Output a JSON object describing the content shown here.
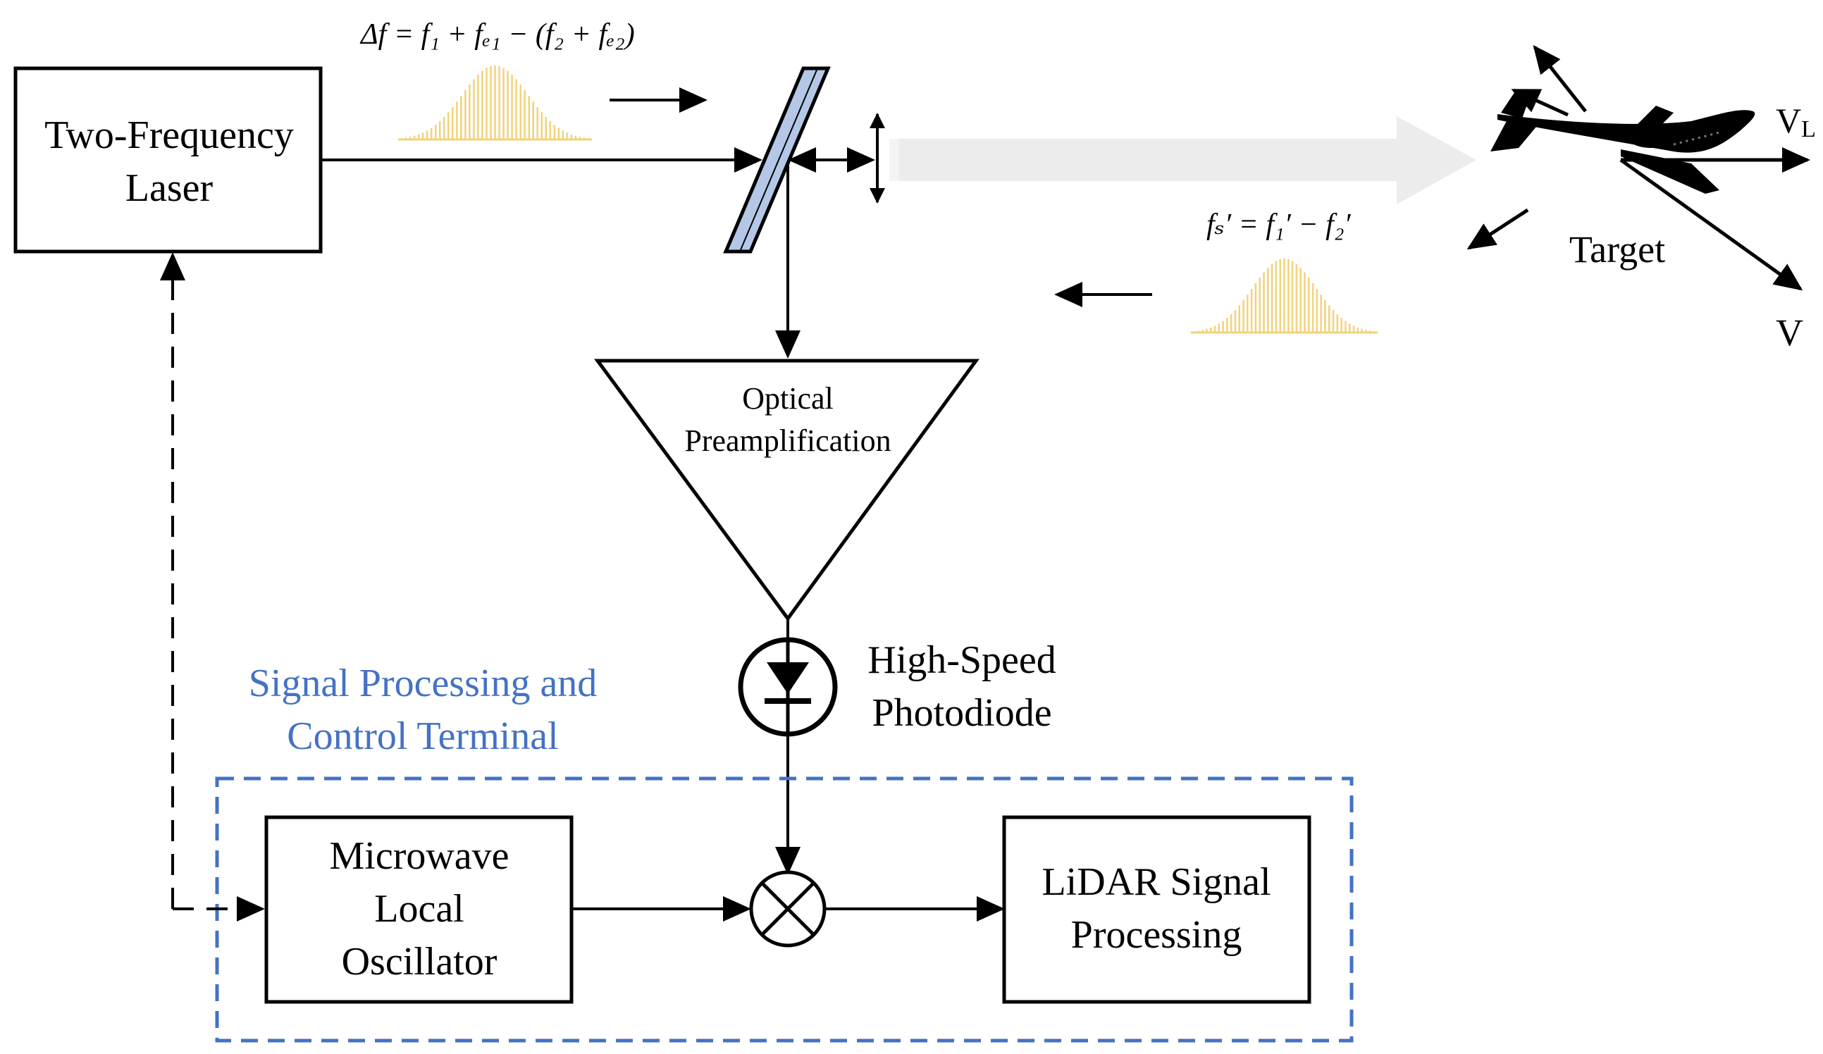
{
  "blocks": {
    "laser": {
      "line1": "Two-Frequency",
      "line2": "Laser"
    },
    "amplifier": {
      "line1": "Optical",
      "line2": "Preamplification"
    },
    "photodiode": {
      "line1": "High-Speed",
      "line2": "Photodiode"
    },
    "local_oscillator": {
      "line1": "Microwave",
      "line2": "Local",
      "line3": "Oscillator"
    },
    "signal_processing": {
      "line1": "LiDAR Signal",
      "line2": "Processing"
    }
  },
  "terminal": {
    "line1": "Signal Processing and",
    "line2": "Control Terminal"
  },
  "target": {
    "label": "Target",
    "velocity_l": "V",
    "velocity_l_sub": "L",
    "velocity": "V"
  },
  "equations": {
    "transmit": "Δf = f₁ + fₑ₁ − (f₂ + fₑ₂)",
    "receive": "fₛ′ = f₁′ − f₂′"
  },
  "colors": {
    "line": "#000000",
    "terminal": "#4472c4",
    "beam": "#ececec",
    "mirror": "#b4c7e7",
    "spectrum": "#f2d27a"
  }
}
